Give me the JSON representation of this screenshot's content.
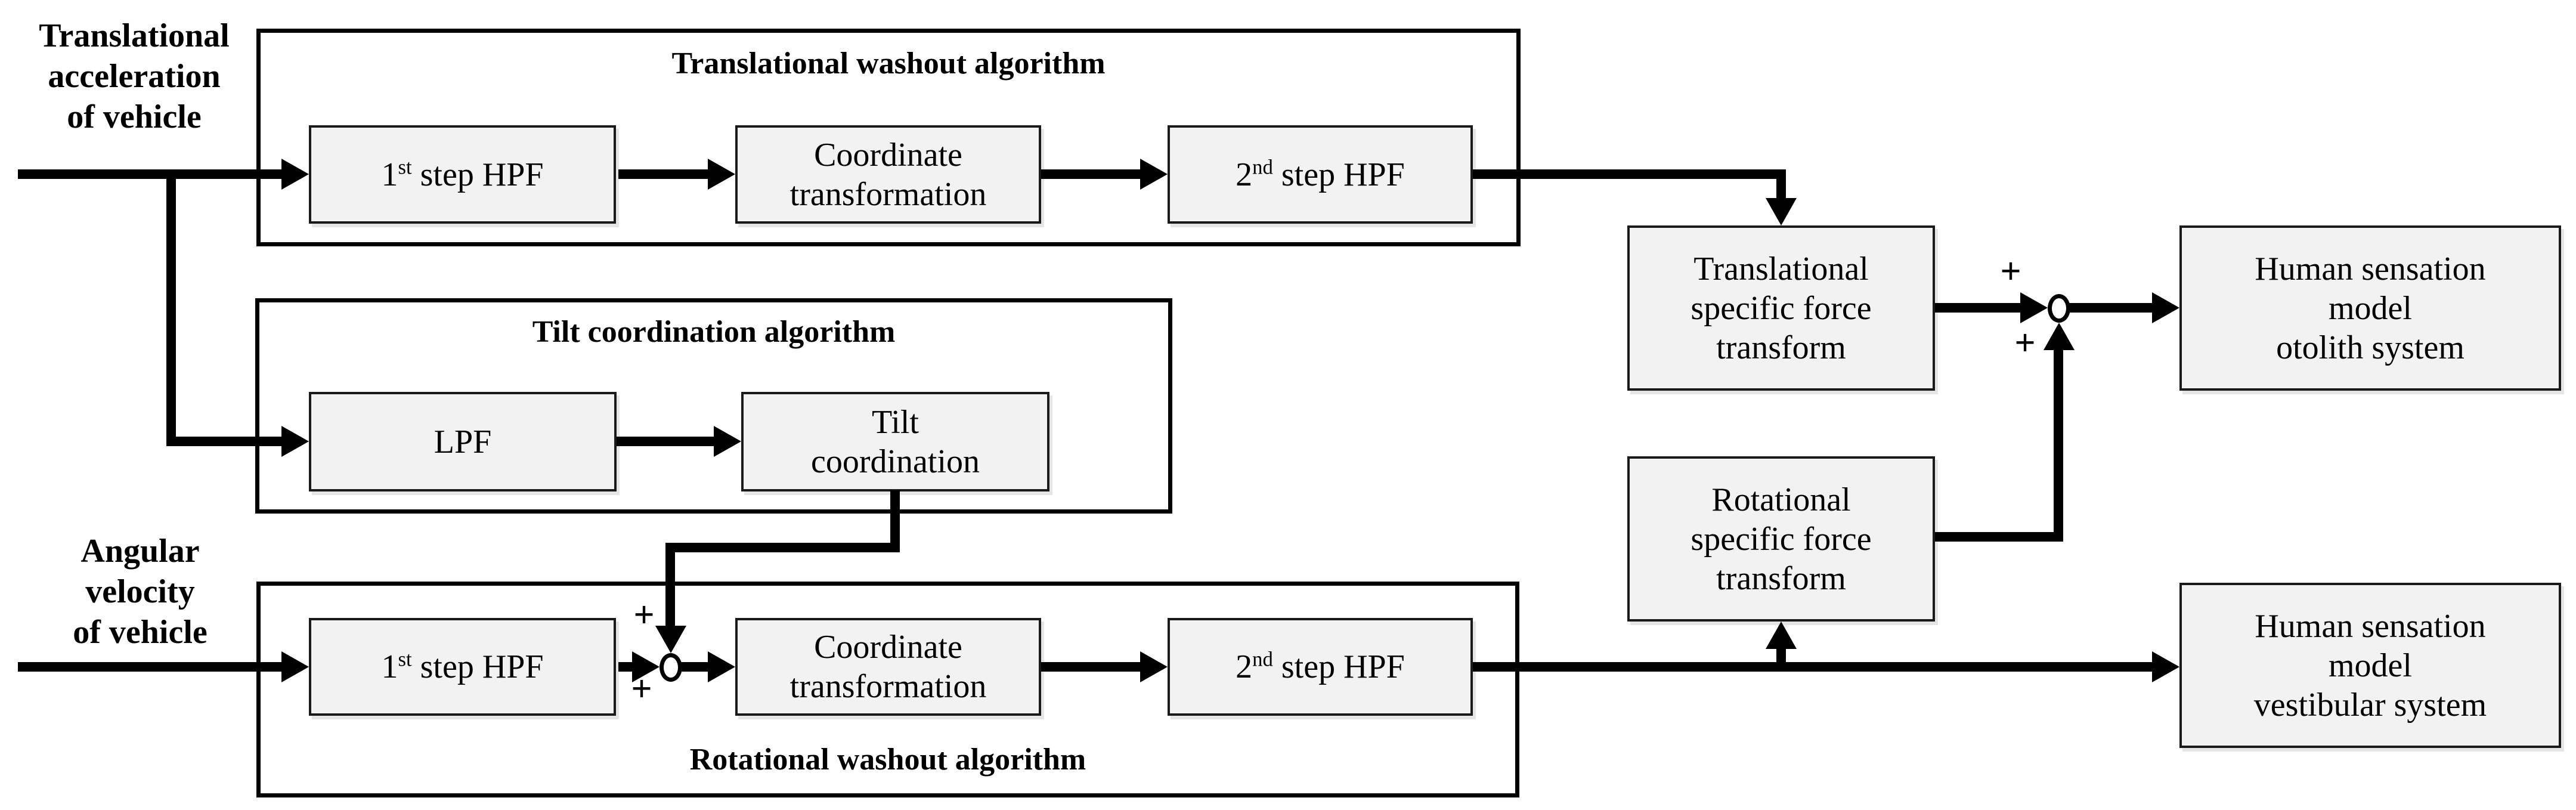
{
  "colors": {
    "background": "#ffffff",
    "line": "#000000",
    "box_fill": "#f2f2f2",
    "box_border": "#1a1a1a",
    "container_border": "#000000",
    "text": "#000000"
  },
  "labels": {
    "translational_input": [
      "Translational",
      "acceleration",
      "of vehicle"
    ],
    "angular_input": [
      "Angular",
      "velocity",
      "of vehicle"
    ]
  },
  "containers": {
    "translational": {
      "title": "Translational washout algorithm"
    },
    "tilt": {
      "title": "Tilt coordination algorithm"
    },
    "rotational": {
      "title": "Rotational washout algorithm"
    }
  },
  "blocks": {
    "trans_hpf1": {
      "prefix": "1",
      "sup": "st",
      "suffix": " step HPF"
    },
    "trans_coord": [
      "Coordinate",
      "transformation"
    ],
    "trans_hpf2": {
      "prefix": "2",
      "sup": "nd",
      "suffix": " step HPF"
    },
    "lpf": "LPF",
    "tilt_coordination": [
      "Tilt",
      "coordination"
    ],
    "rot_hpf1": {
      "prefix": "1",
      "sup": "st",
      "suffix": " step HPF"
    },
    "rot_coord": [
      "Coordinate",
      "transformation"
    ],
    "rot_hpf2": {
      "prefix": "2",
      "sup": "nd",
      "suffix": " step HPF"
    },
    "trans_specific_force": [
      "Translational",
      "specific force",
      "transform"
    ],
    "rot_specific_force": [
      "Rotational",
      "specific force",
      "transform"
    ],
    "otolith": [
      "Human sensation",
      "model",
      "otolith system"
    ],
    "vestibular": [
      "Human sensation",
      "model",
      "vestibular system"
    ]
  },
  "operators": {
    "plus": "+"
  }
}
